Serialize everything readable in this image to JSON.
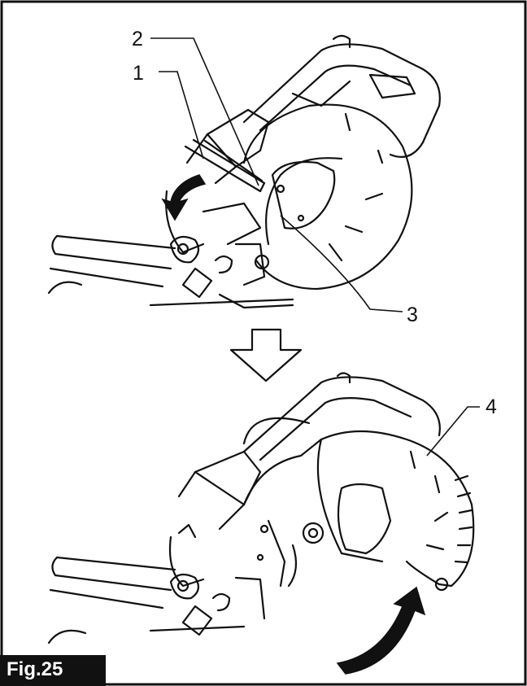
{
  "figure": {
    "label": "Fig.25",
    "callouts": [
      "1",
      "2",
      "3",
      "4"
    ]
  },
  "colors": {
    "ink": "#111111",
    "background": "#ffffff"
  }
}
